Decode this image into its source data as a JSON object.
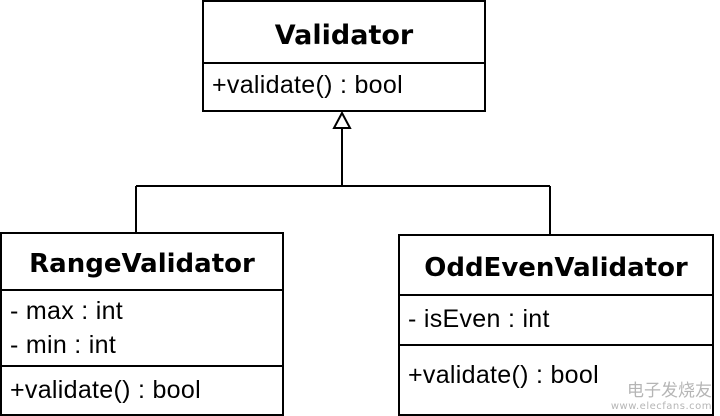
{
  "classes": {
    "validator": {
      "name": "Validator",
      "operations": [
        "+validate() : bool"
      ]
    },
    "range_validator": {
      "name": "RangeValidator",
      "attributes": [
        "- max : int",
        "- min : int"
      ],
      "operations": [
        "+validate() : bool"
      ]
    },
    "odd_even_validator": {
      "name": "OddEvenValidator",
      "attributes": [
        "- isEven : int"
      ],
      "operations": [
        "+validate() : bool"
      ]
    }
  },
  "relationships": [
    {
      "type": "generalization",
      "from": "range_validator",
      "to": "validator"
    },
    {
      "type": "generalization",
      "from": "odd_even_validator",
      "to": "validator"
    }
  ],
  "watermark": {
    "text": "电子发烧友",
    "url": "www.elecfans.com"
  }
}
